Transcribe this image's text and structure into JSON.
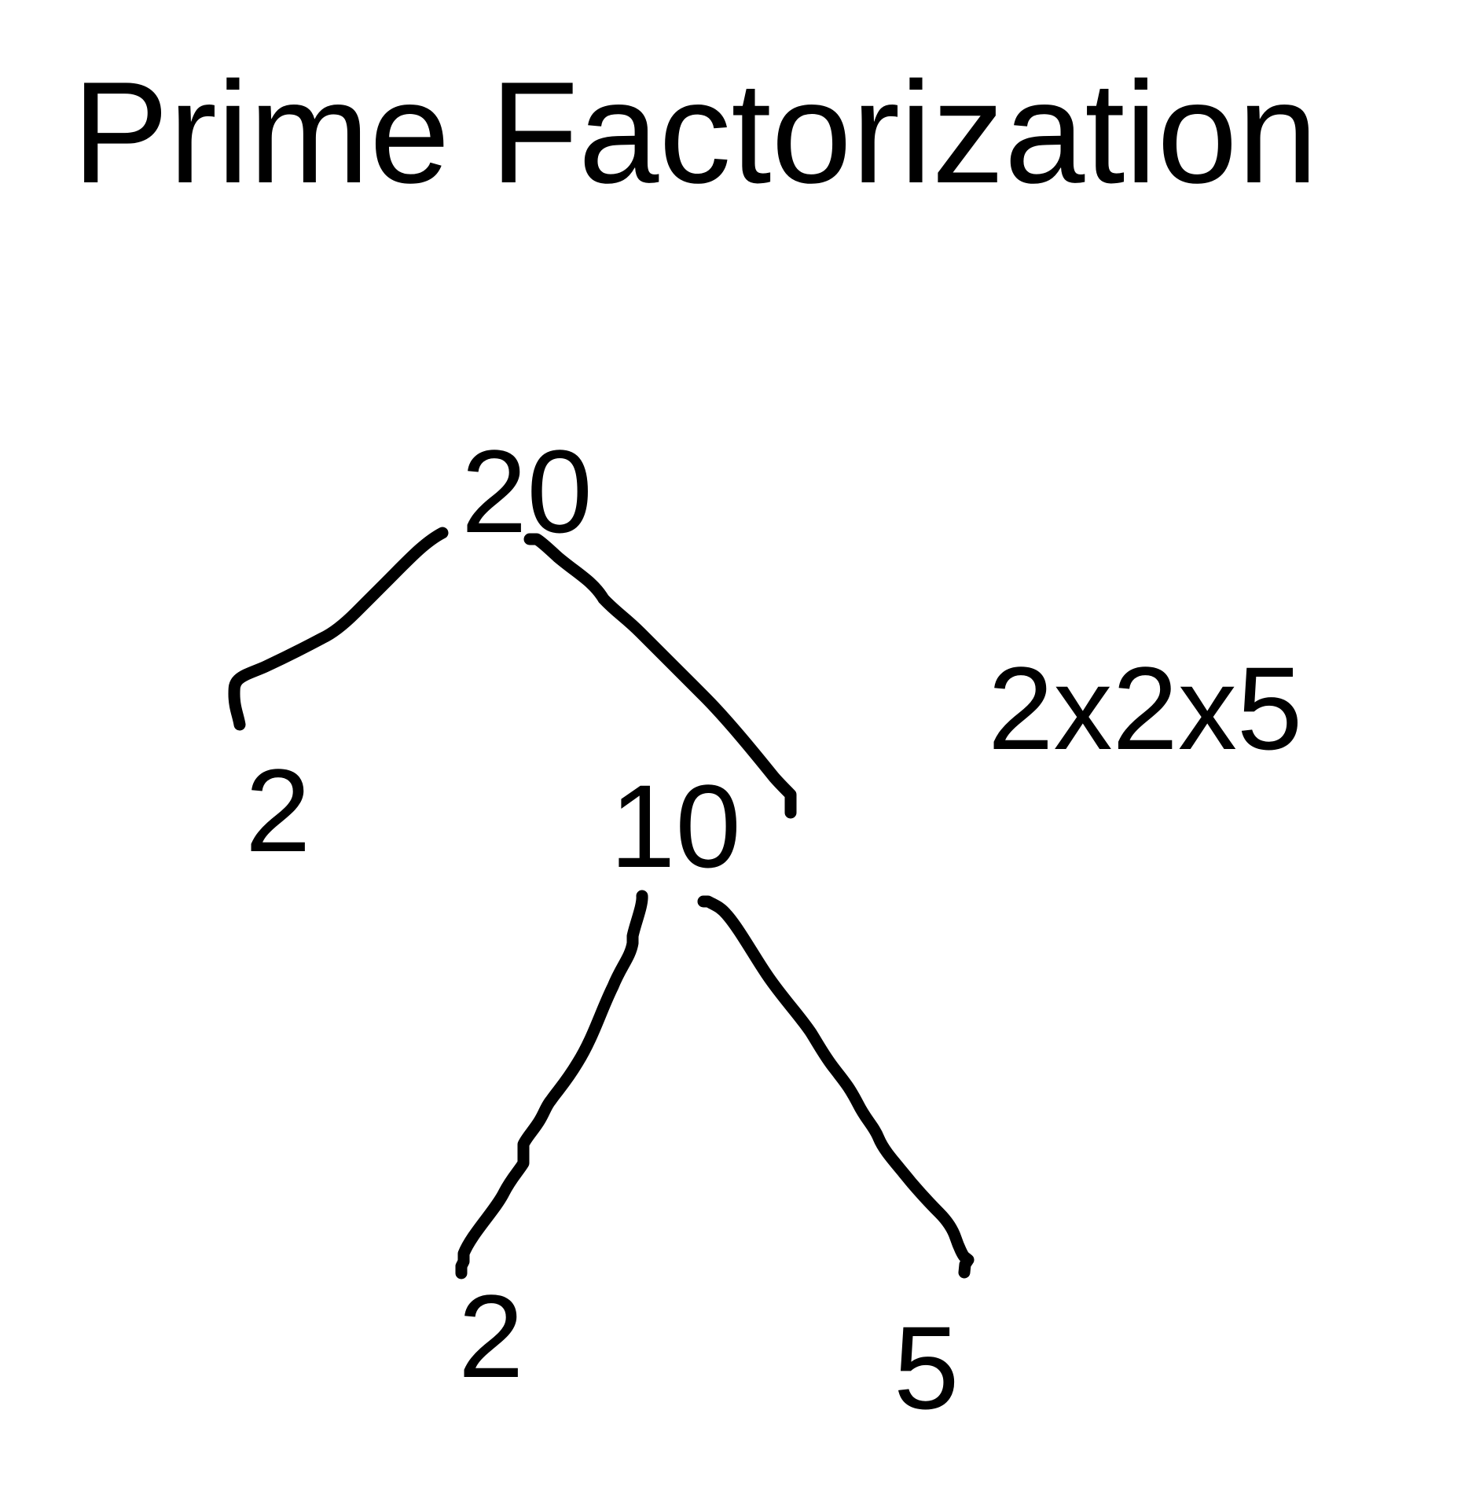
{
  "title": "Prime Factorization",
  "tree": {
    "root": "20",
    "left_leaf": "2",
    "right_node": "10",
    "bottom_left_leaf": "2",
    "bottom_right_leaf": "5"
  },
  "result": "2x2x5"
}
